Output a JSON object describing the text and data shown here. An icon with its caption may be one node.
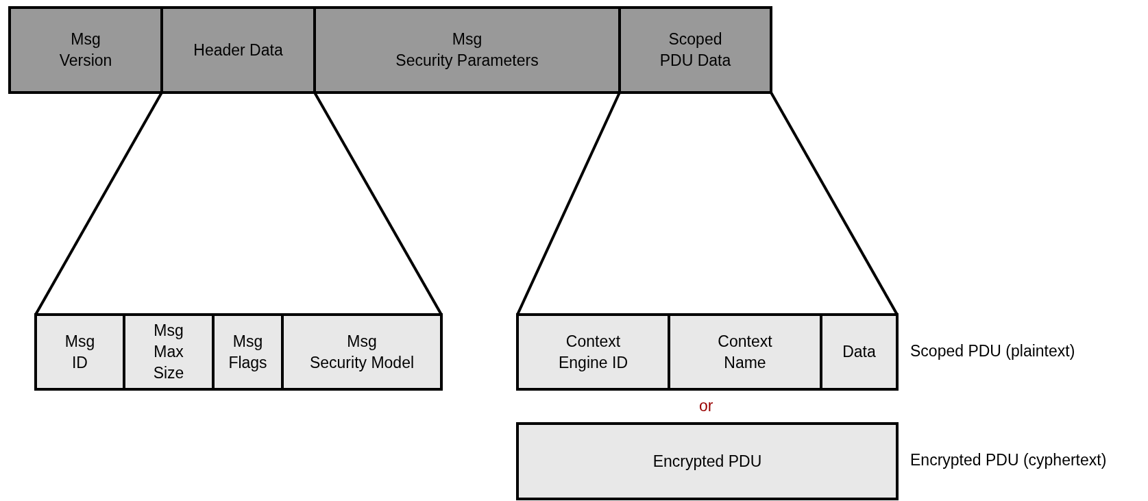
{
  "diagram": {
    "nodes": [
      {
        "text": [
          "Msg Version"
        ]
      },
      {
        "text": [
          "Header Data"
        ]
      },
      {
        "text": [
          "Msg Security Parameters"
        ]
      },
      {
        "text": [
          "Scoped PDU Data"
        ]
      },
      {
        "text": [
          "Msg ID"
        ]
      },
      {
        "text": [
          "Msg Max Size"
        ]
      },
      {
        "text": [
          "Msg Flags"
        ]
      },
      {
        "text": [
          "Msg Security Model"
        ]
      },
      {
        "text": [
          "Context Engine ID"
        ]
      },
      {
        "text": [
          "Context Name"
        ]
      },
      {
        "text": [
          "Data"
        ]
      },
      {
        "text": [
          "Encrypted PDU"
        ]
      }
    ],
    "edges": [
      {
        "from": 1,
        "to": 4,
        "arrow": "none"
      },
      {
        "from": 1,
        "to": 7,
        "arrow": "none"
      },
      {
        "from": 3,
        "to": 8,
        "arrow": "none"
      },
      {
        "from": 3,
        "to": 10,
        "arrow": "none"
      }
    ],
    "labels": [
      "Scoped PDU (plaintext)",
      "or",
      "Encrypted PDU (cyphertext)"
    ]
  }
}
